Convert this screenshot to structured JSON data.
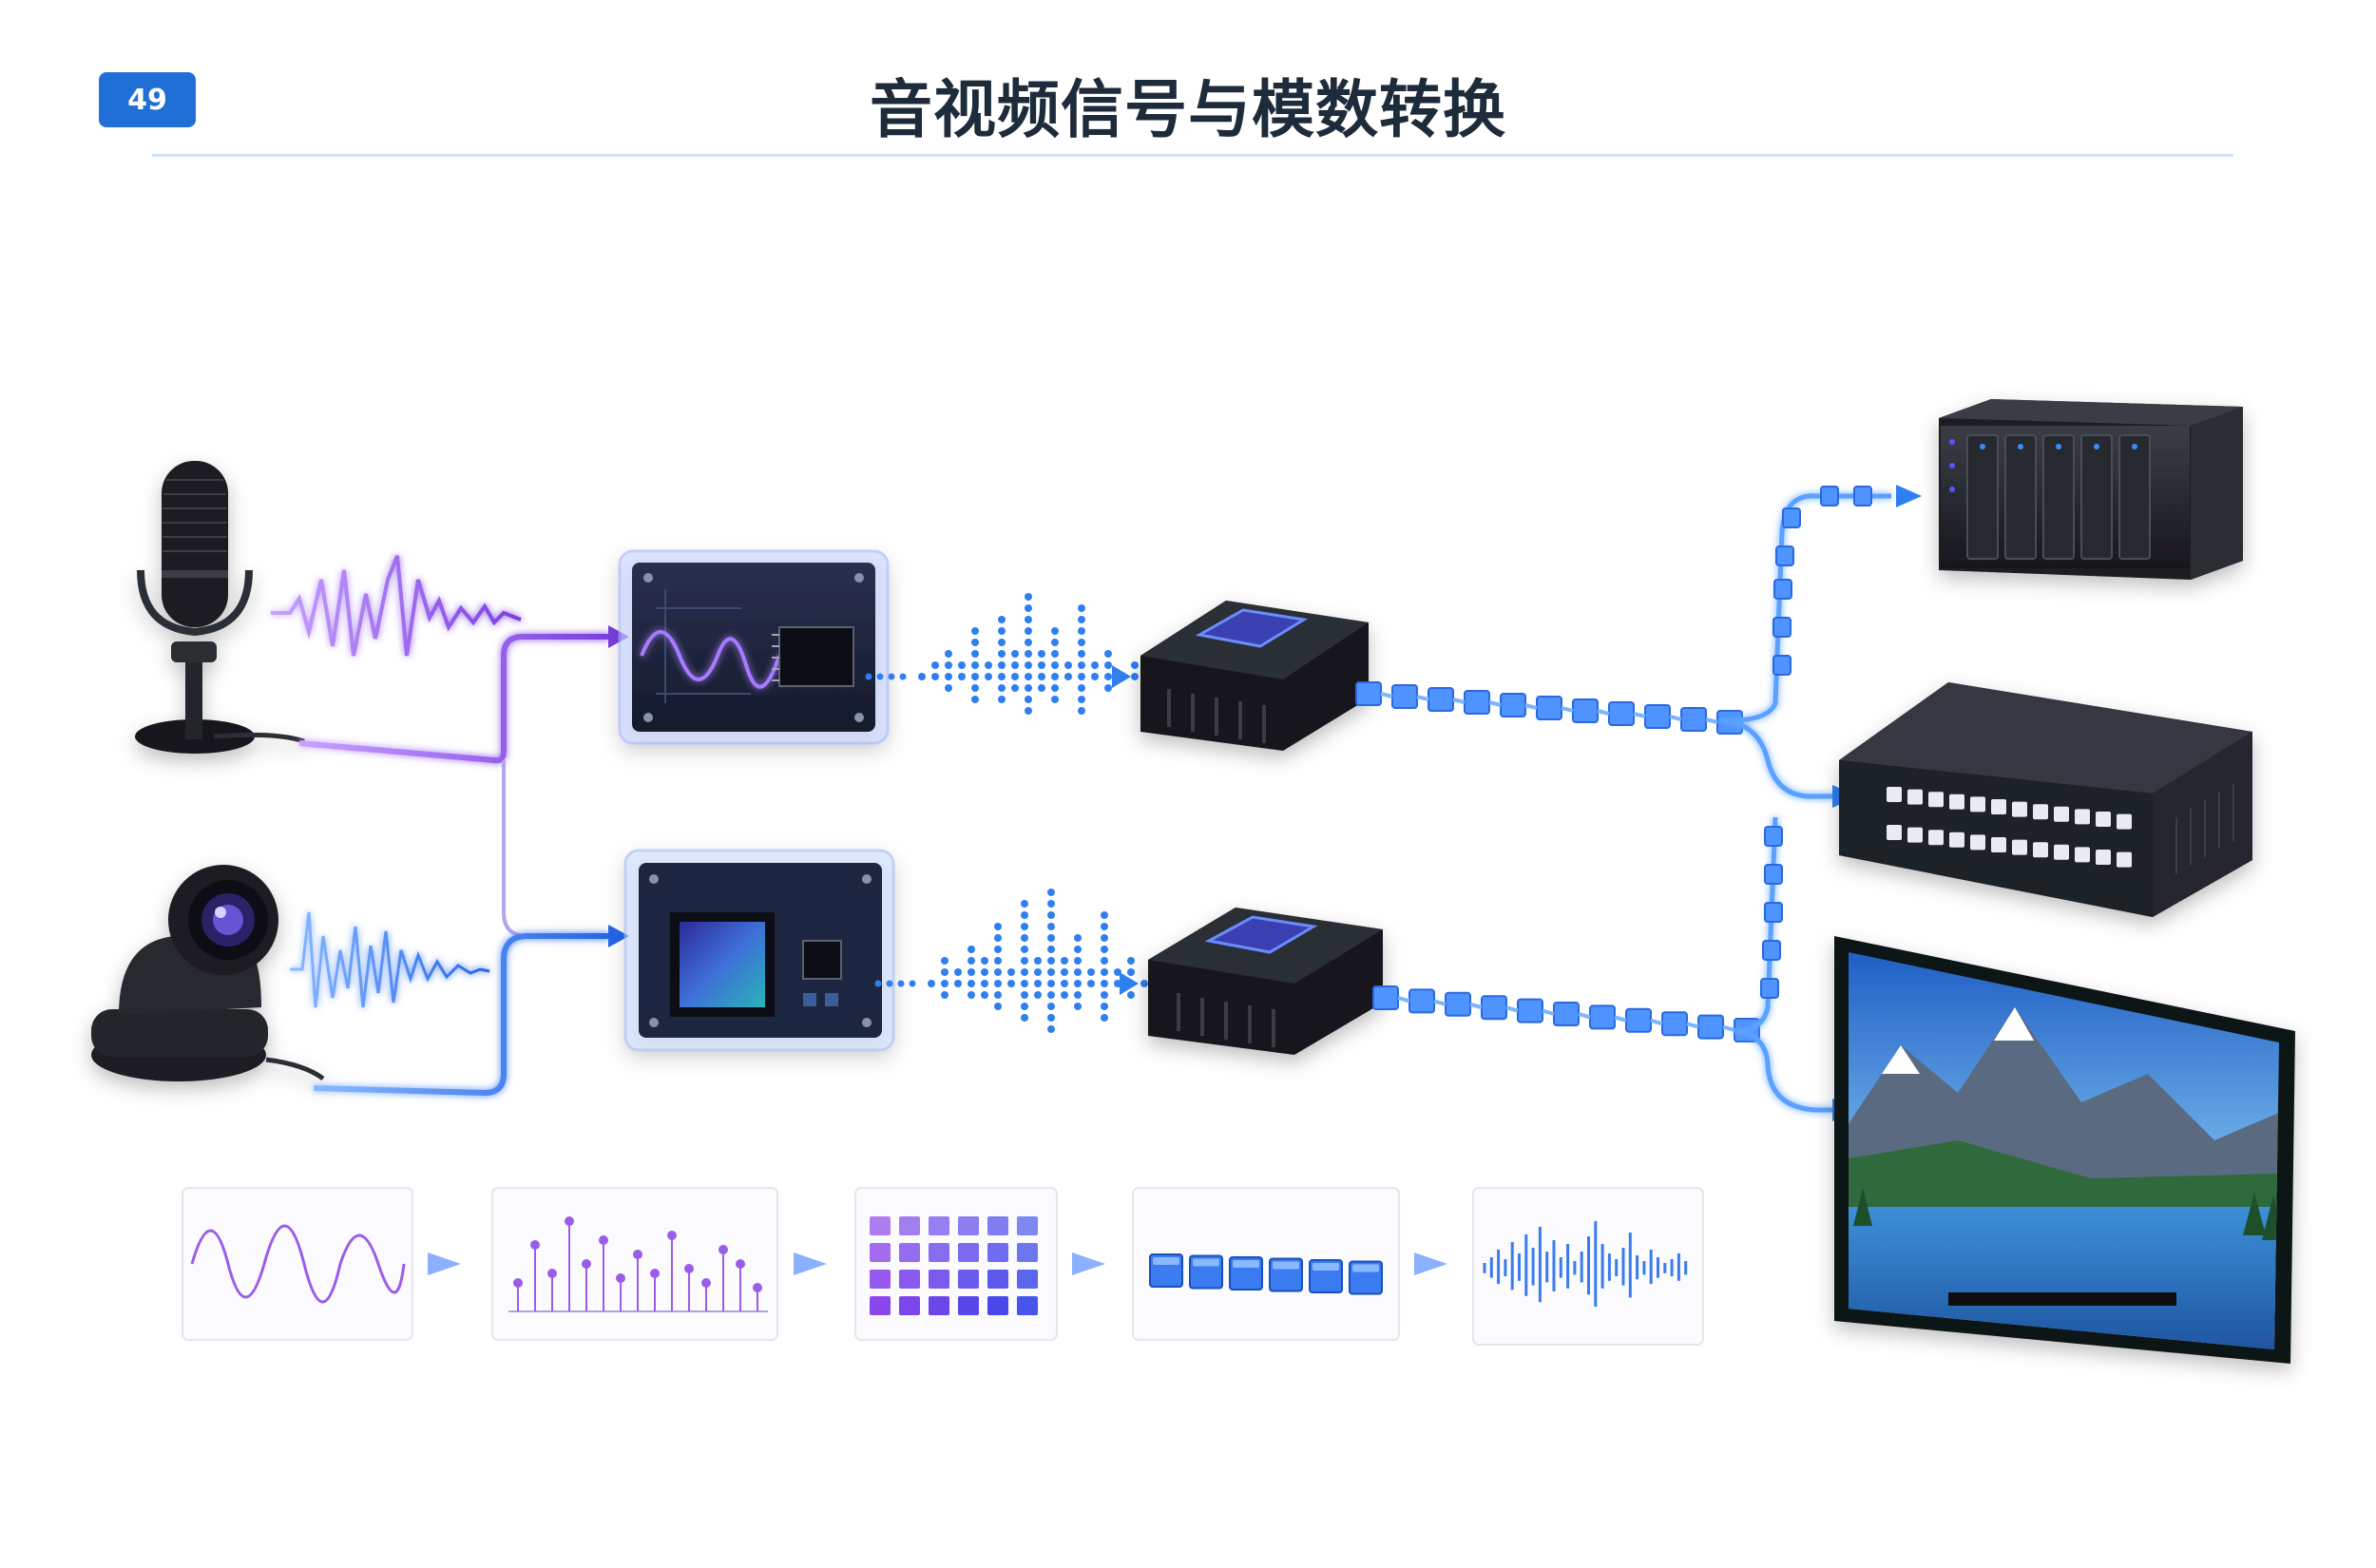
{
  "header": {
    "page_number": "49",
    "title": "音视频信号与模数转换"
  },
  "icons": [
    "microphone-icon",
    "ptz-camera-icon",
    "audio-adc-board",
    "image-sensor-board",
    "encoder-chip",
    "nas-storage",
    "video-switcher",
    "display-monitor"
  ],
  "pipeline_steps": [
    "analog-wave",
    "sampling",
    "quantization",
    "encoding",
    "digital-signal"
  ],
  "colors": {
    "accent": "#1f6fd6",
    "purple": "#8a4de8",
    "blue": "#2f7ff0",
    "teal": "#3ab0d8",
    "device_dark": "#1c1f26"
  }
}
